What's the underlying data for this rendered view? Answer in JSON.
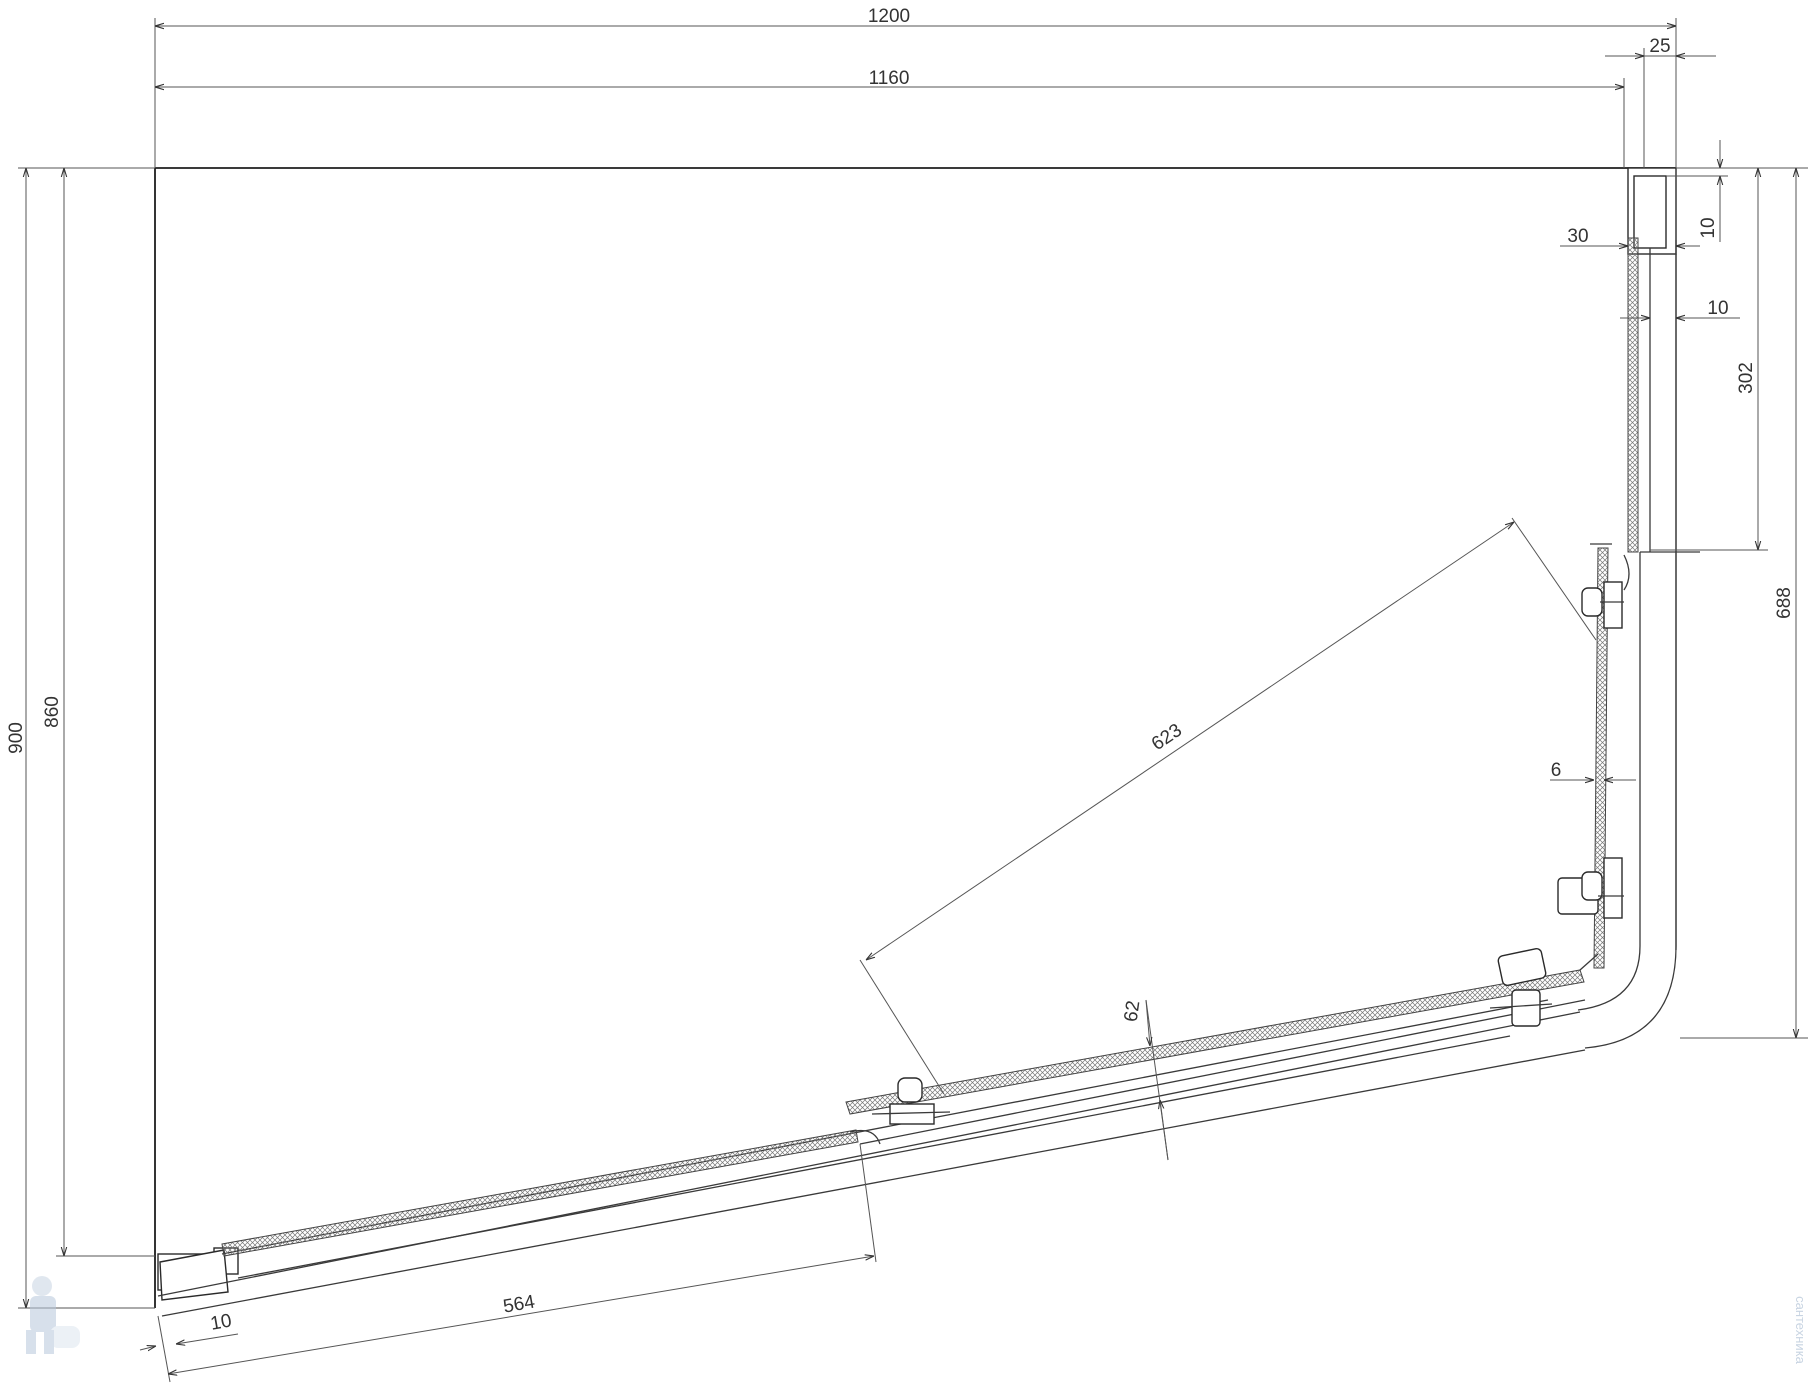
{
  "dimensions": {
    "width_total": "1200",
    "width_inner": "1160",
    "profile_width": "25",
    "height_total": "900",
    "height_inner": "860",
    "height_right": "688",
    "fixed_panel": "302",
    "top_gap": "10",
    "top_offset": "30",
    "right_offset": "10",
    "glass_gap": "6",
    "door_diagonal": "623",
    "rail_depth": "62",
    "bottom_length": "564",
    "bottom_offset": "10"
  },
  "watermark": "сантехника",
  "colors": {
    "line": "#3a3a3a",
    "text": "#333333",
    "hatch": "#777777",
    "watermark": "#c8d4e2"
  },
  "icons": {
    "logo": "plumber-mascot-icon"
  }
}
